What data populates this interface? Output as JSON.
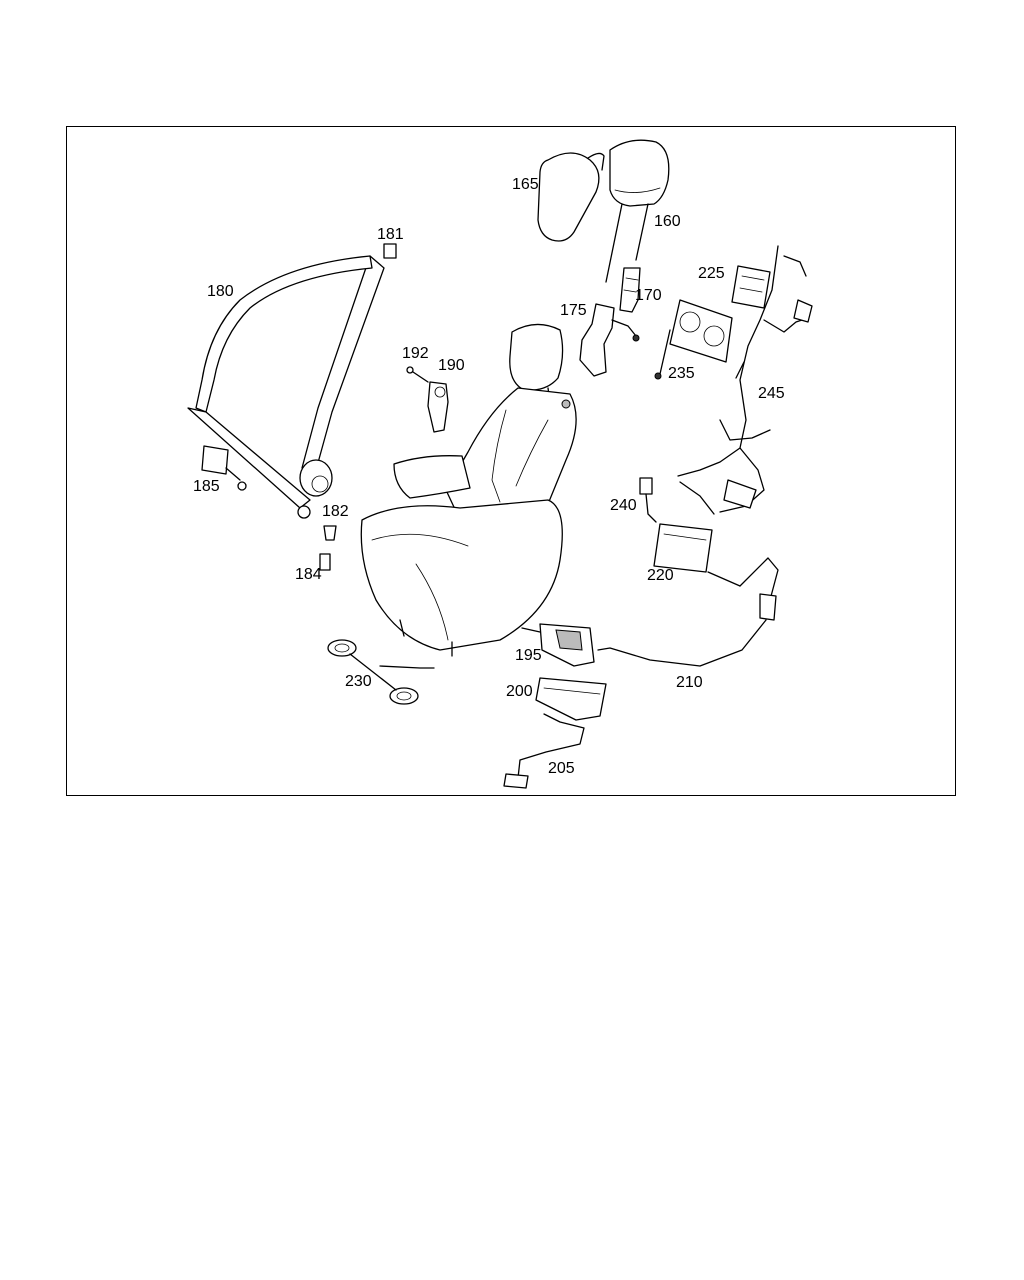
{
  "diagram": {
    "callouts": [
      {
        "id": "165",
        "text": "165"
      },
      {
        "id": "160",
        "text": "160"
      },
      {
        "id": "181",
        "text": "181"
      },
      {
        "id": "180",
        "text": "180"
      },
      {
        "id": "170",
        "text": "170"
      },
      {
        "id": "225",
        "text": "225"
      },
      {
        "id": "175",
        "text": "175"
      },
      {
        "id": "192",
        "text": "192"
      },
      {
        "id": "190",
        "text": "190"
      },
      {
        "id": "235",
        "text": "235"
      },
      {
        "id": "245",
        "text": "245"
      },
      {
        "id": "185",
        "text": "185"
      },
      {
        "id": "240",
        "text": "240"
      },
      {
        "id": "182",
        "text": "182"
      },
      {
        "id": "184",
        "text": "184"
      },
      {
        "id": "220",
        "text": "220"
      },
      {
        "id": "195",
        "text": "195"
      },
      {
        "id": "230",
        "text": "230"
      },
      {
        "id": "210",
        "text": "210"
      },
      {
        "id": "200",
        "text": "200"
      },
      {
        "id": "205",
        "text": "205"
      }
    ]
  }
}
